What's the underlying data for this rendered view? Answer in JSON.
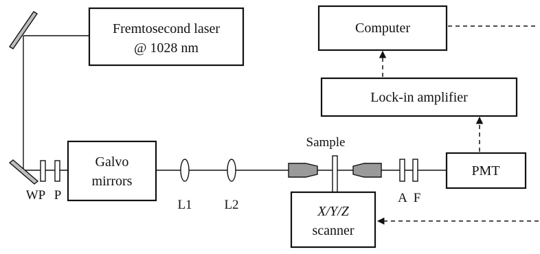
{
  "blocks": {
    "laser_line1": "Fremtosecond laser",
    "laser_line2": "@ 1028 nm",
    "computer": "Computer",
    "lockin": "Lock-in amplifier",
    "galvo_line1": "Galvo",
    "galvo_line2": "mirrors",
    "pmt": "PMT",
    "scanner_line1": "X/Y/Z",
    "scanner_line2": "scanner"
  },
  "labels": {
    "wp": "WP",
    "p": "P",
    "l1": "L1",
    "l2": "L2",
    "sample": "Sample",
    "a": "A",
    "f": "F"
  },
  "colors": {
    "line": "#111111",
    "objective_fill": "#9a9a9a",
    "mirror_fill": "#bdbdbd"
  }
}
